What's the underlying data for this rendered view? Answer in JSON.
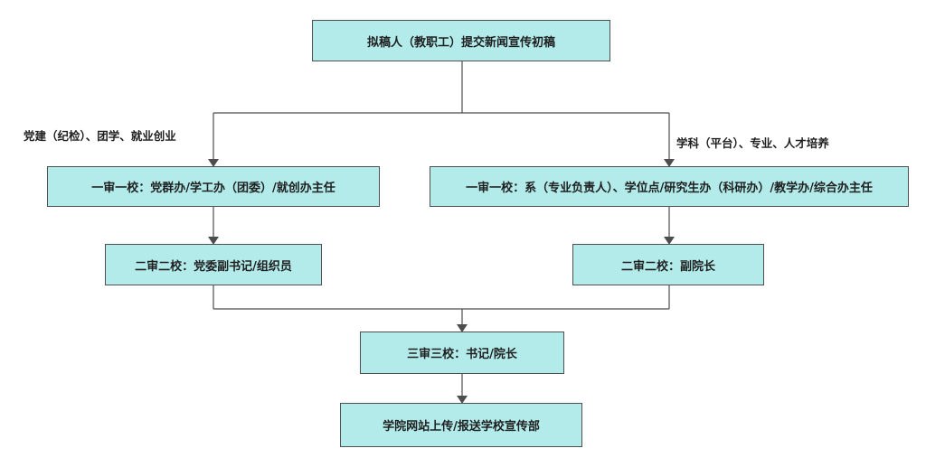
{
  "flow": {
    "submit": "拟稿人（教职工）提交新闻宣传初稿",
    "left_label": "党建（纪检）、团学、就业创业",
    "right_label": "学科（平台）、专业、人才培养",
    "left_first_review": "一审一校：党群办/学工办（团委）/就创办主任",
    "right_first_review": "一审一校：系（专业负责人）、学位点/研究生办（科研办）/教学办/综合办主任",
    "left_second_review": "二审二校：党委副书记/组织员",
    "right_second_review": "二审二校：副院长",
    "third_review": "三审三校：书记/院长",
    "publish": "学院网站上传/报送学校宣传部"
  },
  "colors": {
    "box_fill": "#b3ebeb",
    "line": "#4d4d4d"
  }
}
